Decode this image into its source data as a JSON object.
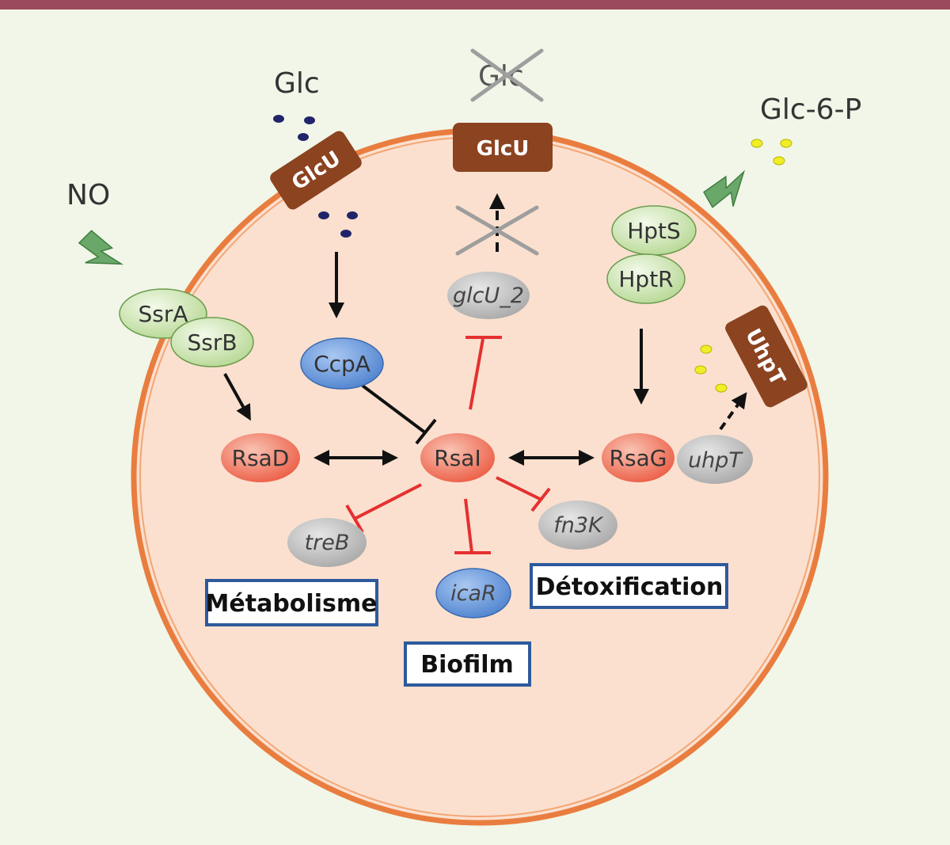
{
  "external": {
    "glc_left": "Glc",
    "glc_top_crossed": "Glc",
    "glc6p": "Glc-6-P",
    "no": "NO"
  },
  "transporters": {
    "glcu_left": "GlcU",
    "glcu_top": "GlcU",
    "uhpt": "UhpT"
  },
  "proteins": {
    "ssra": "SsrA",
    "ssrb": "SsrB",
    "ccpa": "CcpA",
    "hpts": "HptS",
    "hptr": "HptR"
  },
  "srnas": {
    "rsad": "RsaD",
    "rsai": "RsaI",
    "rsag": "RsaG"
  },
  "targets": {
    "glcu2": "glcU_2",
    "uhpt_gene": "uhpT",
    "treb": "treB",
    "icar": "icaR",
    "fn3k": "fn3K"
  },
  "categories": {
    "metabolism": "Métabolisme",
    "biofilm": "Biofilm",
    "detox": "Détoxification"
  },
  "colors": {
    "background": "#f1f6e8",
    "top_bar": "#9b4a5c",
    "cell_fill": "#fbe0cf",
    "membrane": "#e97d3f",
    "transporter": "#8b4320",
    "green_protein": "#cfe6b0",
    "blue_protein": "#5b8fd6",
    "srna": "#ee6f57",
    "grey_target": "#b4b4b4",
    "inhibition": "#e53030",
    "box_border": "#2e5a9c"
  }
}
